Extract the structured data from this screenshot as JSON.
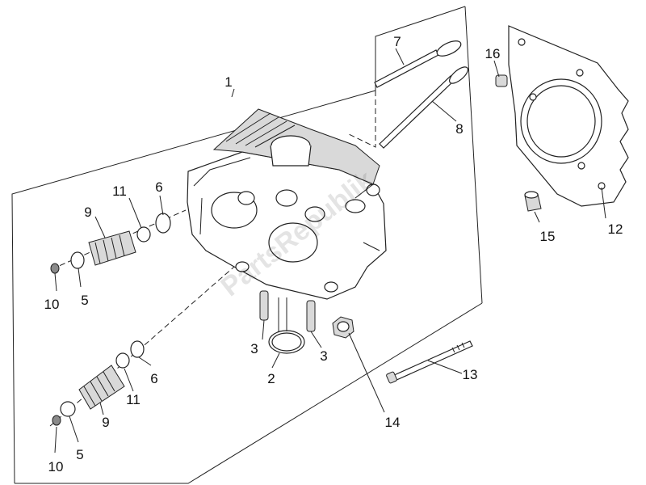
{
  "watermark": "PartsRepublik",
  "callouts": {
    "c1": "1",
    "c2": "2",
    "c3a": "3",
    "c3b": "3",
    "c5a": "5",
    "c5b": "5",
    "c6a": "6",
    "c6b": "6",
    "c7": "7",
    "c8": "8",
    "c9a": "9",
    "c9b": "9",
    "c10a": "10",
    "c10b": "10",
    "c11a": "11",
    "c11b": "11",
    "c12": "12",
    "c13": "13",
    "c14": "14",
    "c15": "15",
    "c16": "16"
  }
}
